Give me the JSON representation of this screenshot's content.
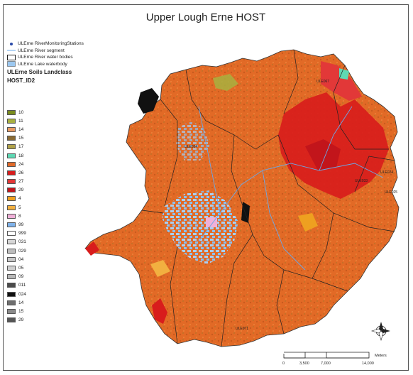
{
  "map": {
    "title": "Upper Lough Erne HOST"
  },
  "legend": {
    "items": [
      {
        "label": "ULErne RiverMonitoringStations",
        "symbol": "station-dot"
      },
      {
        "label": "ULErne River segment",
        "symbol": "river-line"
      },
      {
        "label": "ULErne River water bodies",
        "symbol": "waterbody-outline"
      },
      {
        "label": "ULErne Lake waterbody",
        "symbol": "lake-fill"
      }
    ],
    "layer_title": "ULErne Soils Landclass",
    "field_title": "HOST_ID2"
  },
  "host_classes": [
    {
      "label": "10",
      "color": "#7a8c1e"
    },
    {
      "label": "11",
      "color": "#a8b040"
    },
    {
      "label": "14",
      "color": "#e89a62"
    },
    {
      "label": "15",
      "color": "#8a6a32"
    },
    {
      "label": "17",
      "color": "#b0a24a"
    },
    {
      "label": "18",
      "color": "#5fd8b4"
    },
    {
      "label": "24",
      "color": "#e06a2a"
    },
    {
      "label": "26",
      "color": "#d81c1c"
    },
    {
      "label": "27",
      "color": "#e23838"
    },
    {
      "label": "29",
      "color": "#c2151b"
    },
    {
      "label": "4",
      "color": "#eea020"
    },
    {
      "label": "5",
      "color": "#f2b040"
    },
    {
      "label": "8",
      "color": "#f0b0d8"
    },
    {
      "label": "99",
      "color": "#7fb2ea"
    },
    {
      "label": "999",
      "color": "#ffffff"
    },
    {
      "label": "031",
      "color": "#d6d6d6"
    },
    {
      "label": "029",
      "color": "#bdbdbd"
    },
    {
      "label": "04",
      "color": "#c8c8c8"
    },
    {
      "label": "05",
      "color": "#d0d0d0"
    },
    {
      "label": "09",
      "color": "#b8b8b8"
    },
    {
      "label": "011",
      "color": "#4a4a4a"
    },
    {
      "label": "024",
      "color": "#111111"
    },
    {
      "label": "14",
      "color": "#6e6e6e"
    },
    {
      "label": "15",
      "color": "#8a8a8a"
    },
    {
      "label": "29",
      "color": "#555555"
    }
  ],
  "scale_bar": {
    "ticks": [
      "0",
      "3,500",
      "7,000",
      "14,000"
    ],
    "unit": "Meters"
  },
  "region_labels": [
    "ULE067",
    "ULE024",
    "ULE025",
    "ULE033",
    "ULE054",
    "ULE071"
  ],
  "colors": {
    "base_soil": "#e26a26",
    "upland_red": "#d8181c",
    "lake_blue": "#9cc8f0",
    "river_blue": "#6aa8e8",
    "boundary": "#222222"
  }
}
